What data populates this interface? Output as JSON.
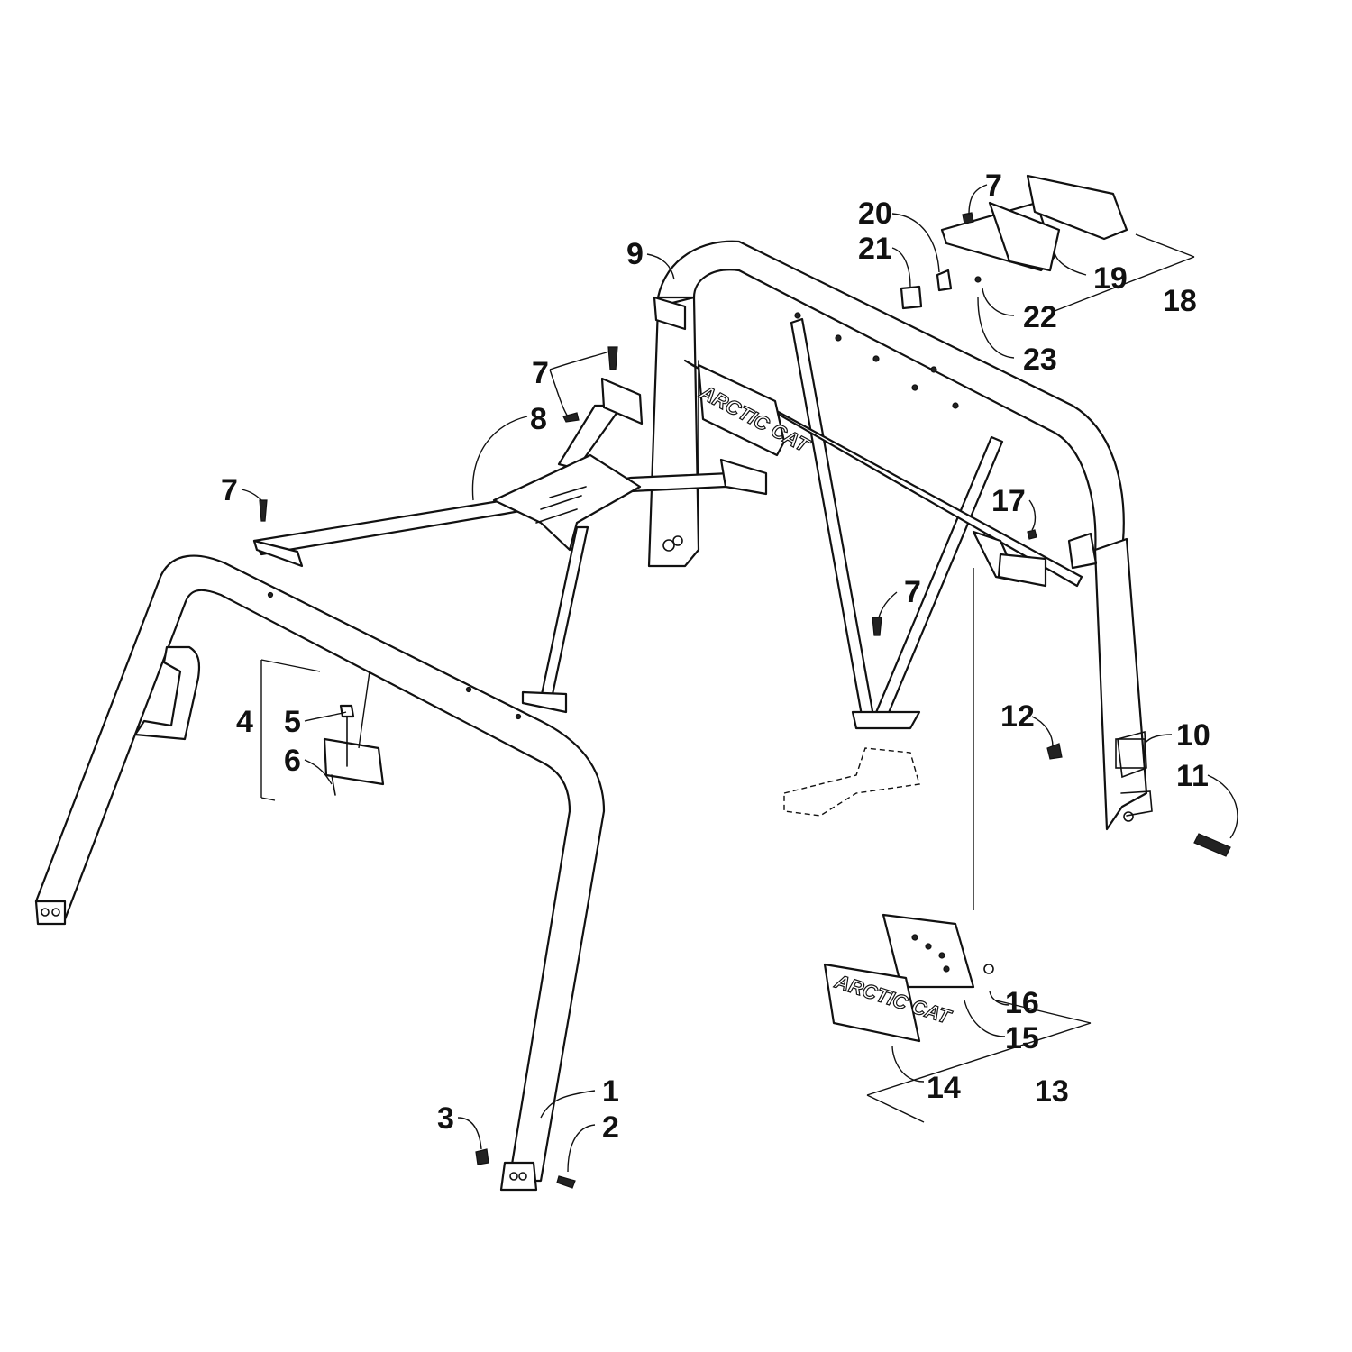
{
  "callouts": [
    {
      "id": "c1",
      "text": "1"
    },
    {
      "id": "c2",
      "text": "2"
    },
    {
      "id": "c3",
      "text": "3"
    },
    {
      "id": "c4",
      "text": "4"
    },
    {
      "id": "c5",
      "text": "5"
    },
    {
      "id": "c6",
      "text": "6"
    },
    {
      "id": "c7a",
      "text": "7"
    },
    {
      "id": "c7b",
      "text": "7"
    },
    {
      "id": "c7c",
      "text": "7"
    },
    {
      "id": "c7d",
      "text": "7"
    },
    {
      "id": "c8",
      "text": "8"
    },
    {
      "id": "c9",
      "text": "9"
    },
    {
      "id": "c10",
      "text": "10"
    },
    {
      "id": "c11",
      "text": "11"
    },
    {
      "id": "c12",
      "text": "12"
    },
    {
      "id": "c13",
      "text": "13"
    },
    {
      "id": "c14",
      "text": "14"
    },
    {
      "id": "c15",
      "text": "15"
    },
    {
      "id": "c16",
      "text": "16"
    },
    {
      "id": "c17",
      "text": "17"
    },
    {
      "id": "c18",
      "text": "18"
    },
    {
      "id": "c19",
      "text": "19"
    },
    {
      "id": "c20",
      "text": "20"
    },
    {
      "id": "c21",
      "text": "21"
    },
    {
      "id": "c22",
      "text": "22"
    },
    {
      "id": "c23",
      "text": "23"
    }
  ],
  "logos": {
    "pad_upper": "ARCTIC CAT",
    "pad_lower": "ARCTIC CAT"
  }
}
